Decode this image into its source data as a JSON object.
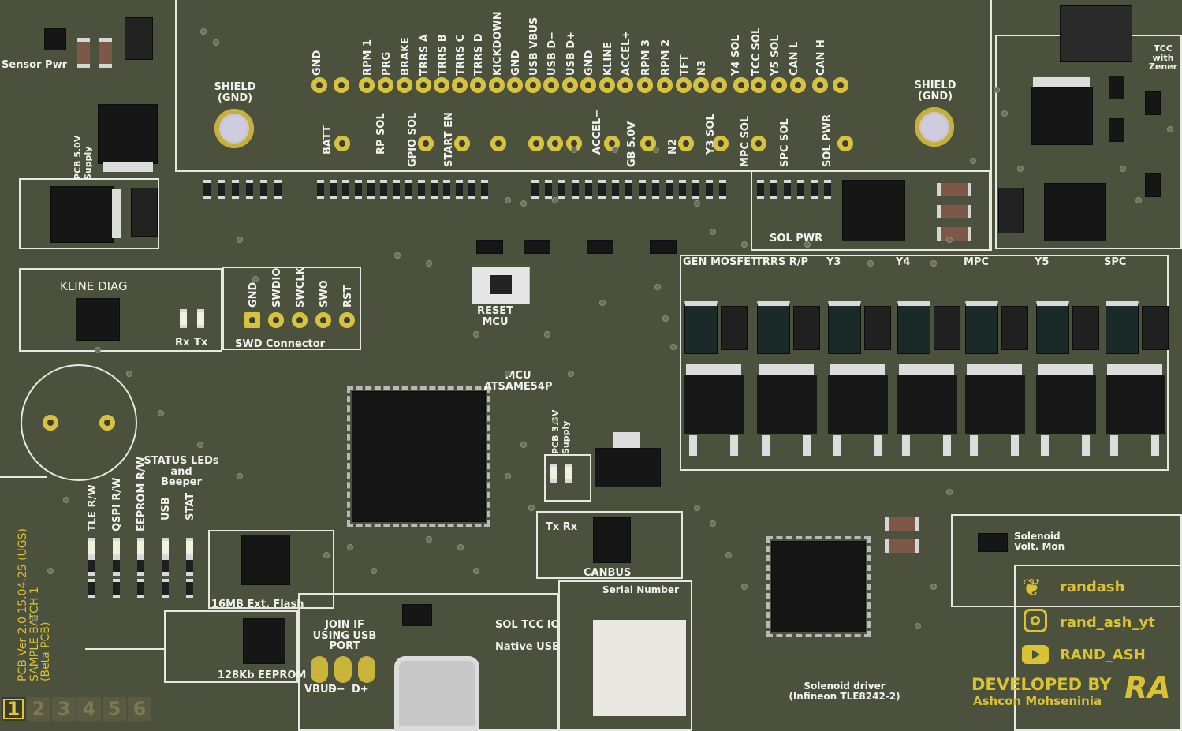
{
  "header_pins": {
    "top_row": [
      "GND",
      "RPM 1",
      "PRG",
      "BRAKE",
      "TRRS A",
      "TRRS B",
      "TRRS C",
      "TRRS D",
      "KICKDOWN",
      "GND",
      "USB VBUS",
      "USB D−",
      "USB D+",
      "GND",
      "KLINE",
      "ACCEL+",
      "RPM 3",
      "RPM 2",
      "TFT",
      "N3",
      "Y4 SOL",
      "TCC SOL",
      "Y5 SOL",
      "CAN L",
      "CAN H"
    ],
    "bottom_row": [
      "BATT",
      "RP SOL",
      "GPIO SOL",
      "START EN",
      "ACCEL−",
      "GB 5.0V",
      "N2",
      "Y3 SOL",
      "MPC SOL",
      "SPC SOL",
      "SOL PWR"
    ]
  },
  "shield_left": "SHIELD\n(GND)",
  "shield_right": "SHIELD\n(GND)",
  "sensor_pwr": "Sensor Pwr",
  "pcb_5v": "PCB 5.0V\nSupply",
  "tcc_zener": "TCC\nwith\nZener",
  "sol_pwr": "SOL PWR",
  "kline_diag": "KLINE DIAG",
  "rx": "Rx",
  "tx": "Tx",
  "swd_pins": [
    "GND",
    "SWDIO",
    "SWCLK",
    "SWO",
    "RST"
  ],
  "swd_connector": "SWD Connector",
  "reset_mcu": "RESET\nMCU",
  "mcu": "MCU\nATSAME54P",
  "pcb_33v": "PCB 3.3V\nSupply",
  "tx_rx": "Tx Rx",
  "canbus": "CANBUS",
  "status_leds": "STATUS LEDs\nand\nBeeper",
  "led_labels": [
    "TLE R/W",
    "QSPI R/W",
    "EEPROM R/W",
    "USB",
    "STAT"
  ],
  "flash": "16MB Ext. Flash",
  "eeprom": "128Kb EEPROM",
  "join_usb": "JOIN IF\nUSING USB\nPORT",
  "usb_pads": [
    "VBUS",
    "D−",
    "D+"
  ],
  "sol_tcc_io": "SOL TCC IO",
  "native_usb": "Native USB",
  "serial_number": "Serial Number",
  "sol_driver": "Solenoid driver\n(Infineon TLE8242-2)",
  "sol_volt_mon": "Solenoid\nVolt. Mon",
  "mosfet_groups": [
    "GEN MOSFET",
    "TRRS R/P",
    "Y3",
    "Y4",
    "MPC",
    "Y5",
    "SPC"
  ],
  "social": {
    "handle1": "randash",
    "handle2": "rand_ash_yt",
    "handle3": "RAND_ASH"
  },
  "developed_by": "DEVELOPED BY",
  "developer": "Ashcon Mohseninia",
  "logo_text": "RA",
  "pcb_ver": "PCB Ver 2.0 15.04.25 (UGS)\nSAMPLE BATCH 1\n(Beta PCB)",
  "layers": [
    "1",
    "2",
    "3",
    "4",
    "5",
    "6"
  ],
  "colors": {
    "board": "#4c513e",
    "silk": "#f2f2ee",
    "gold": "#d9c233"
  }
}
